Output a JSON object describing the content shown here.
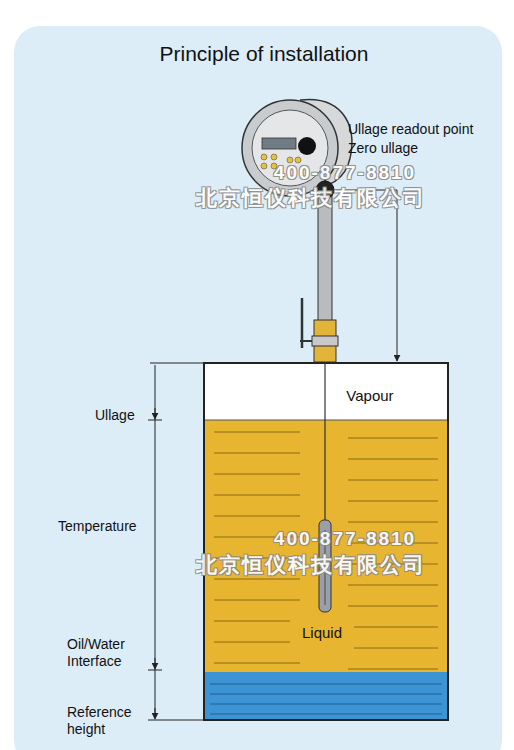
{
  "diagram": {
    "title": "Principle of installation",
    "nodes": [
      {
        "text": [
          "Vapour"
        ]
      },
      {
        "text": [
          "Liquid"
        ]
      }
    ],
    "labels": [
      "Ullage readout point",
      "Zero ullage",
      "Ullage",
      "Temperature",
      "Oil/Water Interface",
      "Reference height",
      "400-877-8810",
      "北京恒仪科技有限公司",
      "400-877-8810",
      "北京恒仪科技有限公司"
    ]
  }
}
